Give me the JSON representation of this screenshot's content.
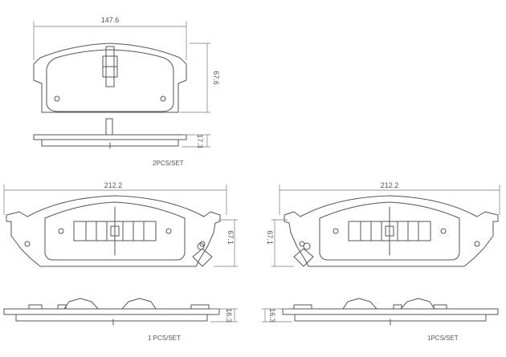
{
  "top_pad": {
    "width_label": "147.6",
    "height_label": "67.6",
    "thickness_label": "17.3",
    "qty_label": "2PCS/SET"
  },
  "left_pad": {
    "width_label": "212.2",
    "height_label": "67.1",
    "thickness_label": "16.3",
    "qty_label": "1 PCS/SET"
  },
  "right_pad": {
    "width_label": "212.2",
    "height_label": "67.1",
    "thickness_label": "16.3",
    "qty_label": "1PCS/SET"
  },
  "colors": {
    "line": "#555555",
    "dimension": "#777777",
    "background": "#ffffff"
  }
}
